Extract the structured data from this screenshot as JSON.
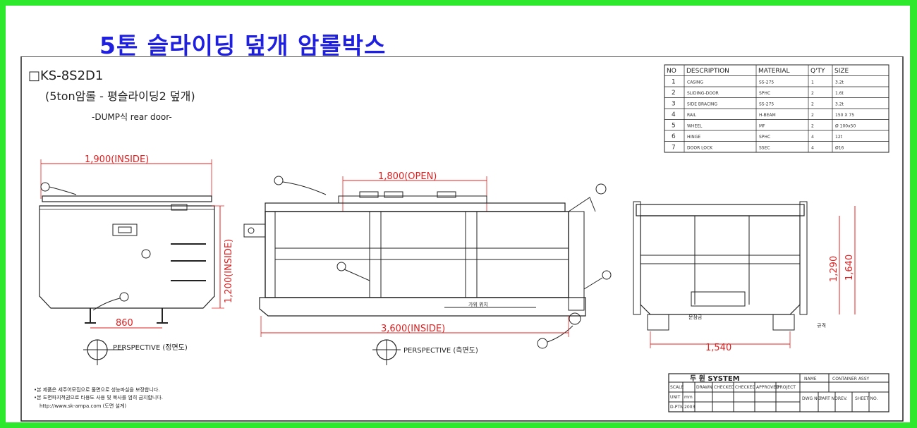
{
  "page": {
    "title": "5톤 슬라이딩 덮개 암롤박스"
  },
  "drawing": {
    "code": "□KS-8S2D1",
    "subtitle": "(5ton암롤 - 평슬라이딩2 덮개)",
    "note": "-DUMP식 rear door-",
    "front_view": {
      "width_dim": "1,900(INSIDE)",
      "height_dim": "1,200(INSIDE)",
      "base_dim": "860",
      "caption": "PERSPECTIVE (정면도)"
    },
    "side_view": {
      "open_dim": "1,800(OPEN)",
      "length_dim": "3,600(INSIDE)",
      "caption": "PERSPECTIVE (측면도)",
      "note": "가위 위치"
    },
    "rear_view": {
      "height_dim_1": "1,290",
      "height_dim_2": "1,640",
      "width_dim": "1,540",
      "note": "문잠금",
      "side_note": "규격"
    },
    "footnotes": [
      "•본 제품은 세주어모집으로 풀면으로 성능파실을 보장합니다.",
      "•본 도면파지적권으로 타용도 사용 및 복사를 엄히 금지합니다.",
      "http://www.sk-ampa.com (도면 설계)"
    ]
  },
  "parts_table": {
    "headers": [
      "NO",
      "DESCRIPTION",
      "MATERIAL",
      "Q'TY",
      "SIZE"
    ],
    "rows": [
      [
        "1",
        "CASING",
        "SS-275",
        "1",
        "3.2t"
      ],
      [
        "2",
        "SLIDING-DOOR",
        "SPHC",
        "2",
        "1.6t"
      ],
      [
        "3",
        "SIDE BRACING",
        "SS-275",
        "2",
        "3.2t"
      ],
      [
        "4",
        "RAIL",
        "H-BEAM",
        "2",
        "150 X 75"
      ],
      [
        "5",
        "WHEEL",
        "MF",
        "2",
        "Ø 100x50"
      ],
      [
        "6",
        "HINGE",
        "SPHC",
        "4",
        "12t"
      ],
      [
        "7",
        "DOOR LOCK",
        "SSEC",
        "4",
        "Ø16"
      ]
    ]
  },
  "title_block": {
    "system": "두 원 SYSTEM",
    "name_label": "NAME",
    "name_value": "CONTAINER ASSY",
    "row1": [
      "SCALE",
      "DRAWN",
      "CHECKED",
      "CHECKED",
      "APPROVED",
      "PROJECT"
    ],
    "row2": [
      "UNIT",
      "mm",
      "",
      "",
      ""
    ],
    "row3": [
      "D-PTN",
      "2003",
      "",
      "",
      ""
    ],
    "dwg_label": "DWG NO.",
    "bottom_cells": [
      "PART NO.",
      "REV.",
      "SHEET NO."
    ]
  },
  "colors": {
    "frame": "#2ee82e",
    "title": "#1f1fe0",
    "dimension": "#e02020",
    "line": "#222222"
  }
}
